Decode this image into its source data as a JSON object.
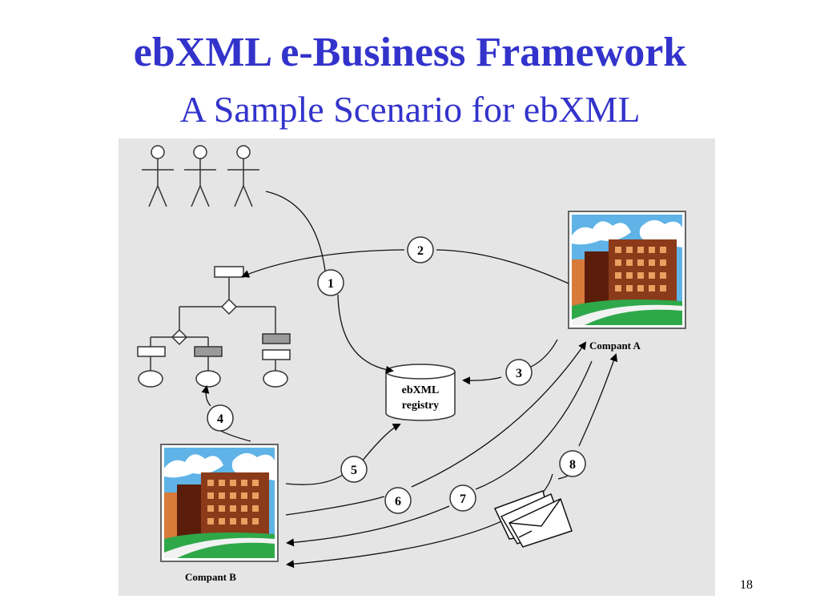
{
  "slide": {
    "title": "ebXML e-Business Framework",
    "subtitle": "A Sample Scenario for ebXML",
    "page_number": "18"
  },
  "diagram": {
    "registry_label_line1": "ebXML",
    "registry_label_line2": "registry",
    "company_a_label": "Compant A",
    "company_b_label": "Compant B",
    "steps": [
      "1",
      "2",
      "3",
      "4",
      "5",
      "6",
      "7",
      "8"
    ]
  },
  "colors": {
    "title": "#3333cc",
    "figure_background": "#e5e5e5",
    "building": "#8b3a1a",
    "sky": "#5fb3e6",
    "lawn": "#2fa84a"
  }
}
